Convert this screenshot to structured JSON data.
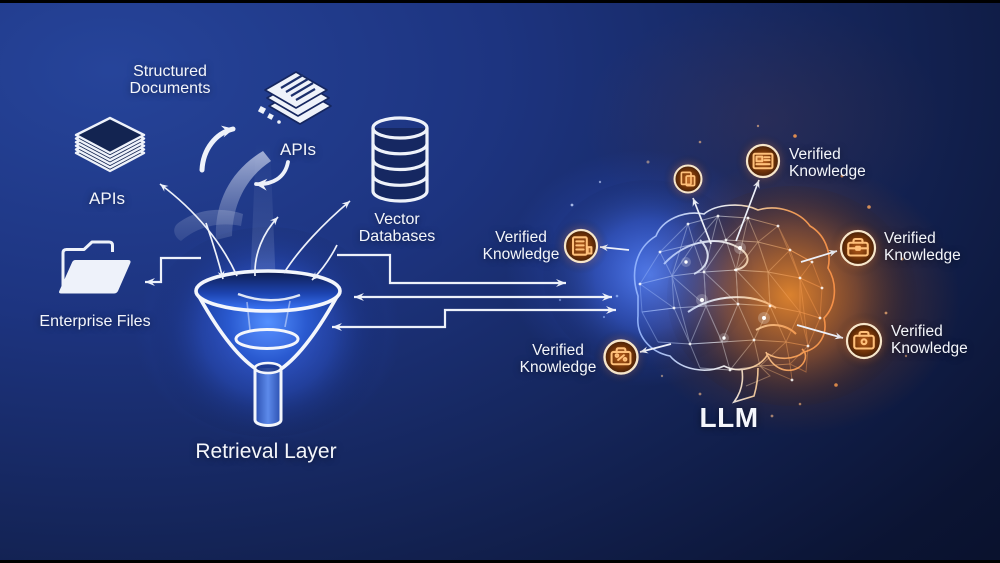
{
  "labels": {
    "structured_documents": "Structured\nDocuments",
    "apis_left": "APIs",
    "apis_right": "APIs",
    "vector_databases": "Vector\nDatabases",
    "enterprise_files": "Enterprise Files",
    "retrieval_layer": "Retrieval Layer",
    "llm": "LLM"
  },
  "callouts": {
    "top": "Verified\nKnowledge",
    "right_mid": "Verified\nKnowledge",
    "right_bottom": "Verified\nKnowledge",
    "left_mid": "Verified\nKnowledge",
    "left_bottom": "Verified\nKnowledge"
  },
  "icons": [
    "stacked-papers-icon",
    "isometric-documents-icon",
    "database-icon",
    "folder-icon",
    "funnel-icon",
    "brain-icon",
    "copy-badge-icon",
    "news-card-badge-icon",
    "document-badge-icon",
    "briefcase-badge-icon"
  ],
  "colors": {
    "background_navy": "#142457",
    "funnel_blue": "#2f63d8",
    "glow_blue": "#4a7dff",
    "glow_orange": "#f08a2c",
    "badge_ring": "#f7e6ca",
    "badge_glyph": "#ffc07a",
    "line_white": "#edf1fa"
  }
}
